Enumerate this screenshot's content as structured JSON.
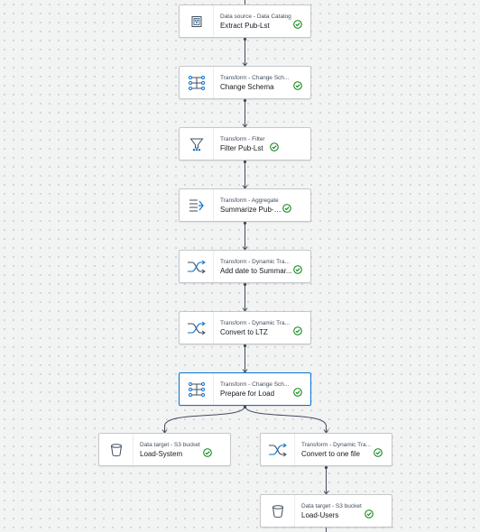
{
  "nodes": [
    {
      "id": "extract",
      "type": "Data source - Data Catalog",
      "name": "Extract Pub-Lst",
      "icon": "data-catalog-icon",
      "status": "succeeded"
    },
    {
      "id": "change-schema",
      "type": "Transform - Change Sch...",
      "name": "Change Schema",
      "icon": "change-schema-icon",
      "status": "succeeded"
    },
    {
      "id": "filter",
      "type": "Transform - Filter",
      "name": "Filter Pub-Lst",
      "icon": "filter-icon",
      "status": "succeeded"
    },
    {
      "id": "summarize",
      "type": "Transform - Aggregate",
      "name": "Summarize Pub-Lst",
      "icon": "aggregate-icon",
      "status": "succeeded"
    },
    {
      "id": "add-date",
      "type": "Transform - Dynamic Tra...",
      "name": "Add date to Summar...",
      "icon": "dynamic-transform-icon",
      "status": "succeeded"
    },
    {
      "id": "convert-ltz",
      "type": "Transform - Dynamic Tra...",
      "name": "Convert to LTZ",
      "icon": "dynamic-transform-icon",
      "status": "succeeded"
    },
    {
      "id": "prepare-load",
      "type": "Transform - Change Sch...",
      "name": "Prepare for Load",
      "icon": "change-schema-icon",
      "status": "succeeded",
      "selected": true
    },
    {
      "id": "load-system",
      "type": "Data target - S3 bucket",
      "name": "Load-System",
      "icon": "s3-bucket-icon",
      "status": "succeeded"
    },
    {
      "id": "convert-one-file",
      "type": "Transform - Dynamic Tra...",
      "name": "Convert to one file",
      "icon": "dynamic-transform-icon",
      "status": "succeeded"
    },
    {
      "id": "load-users",
      "type": "Data target - S3 bucket",
      "name": "Load-Users",
      "icon": "s3-bucket-icon",
      "status": "succeeded"
    }
  ],
  "colors": {
    "icon": "#0972d3",
    "success": "#037f0c",
    "edge": "#414d5c",
    "selected": "#0972d3"
  }
}
